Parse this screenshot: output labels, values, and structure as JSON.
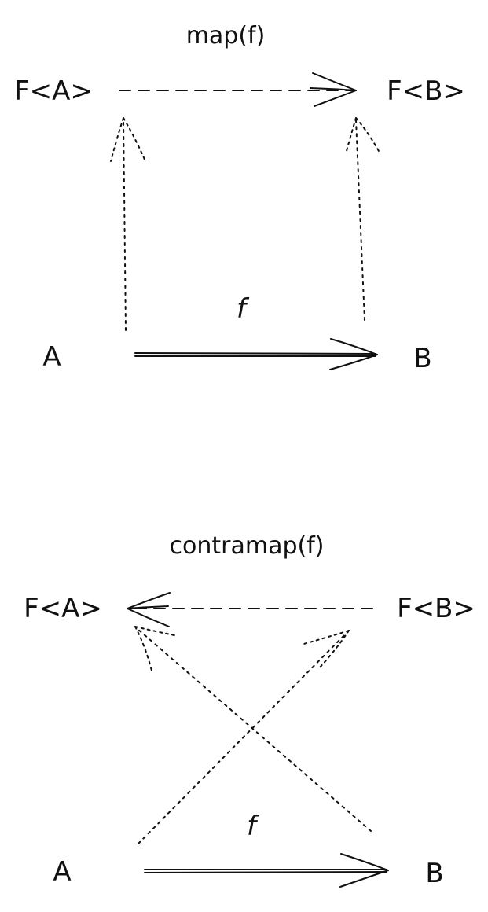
{
  "map_diagram": {
    "title": "map(f)",
    "top_left": "F<A>",
    "top_right": "F<B>",
    "bottom_left": "A",
    "bottom_right": "B",
    "arrow_label": "f"
  },
  "contramap_diagram": {
    "title": "contramap(f)",
    "top_left": "F<A>",
    "top_right": "F<B>",
    "bottom_left": "A",
    "bottom_right": "B",
    "arrow_label": "f"
  }
}
